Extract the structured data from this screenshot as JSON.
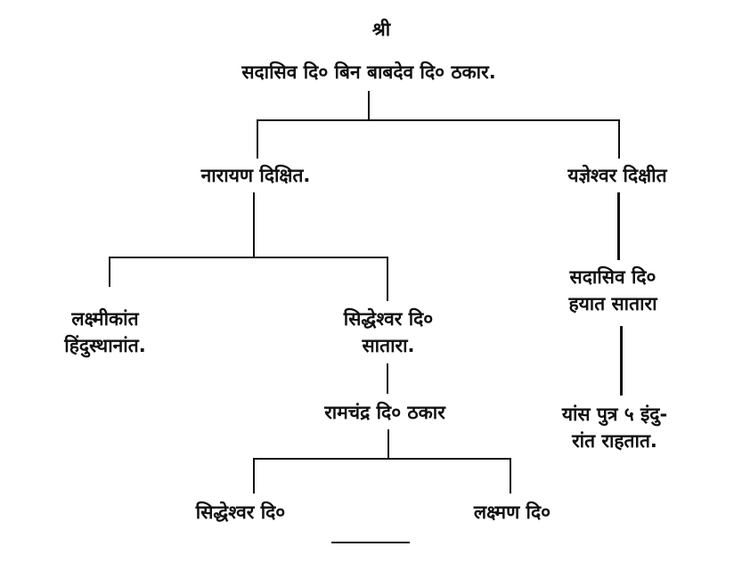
{
  "header": {
    "invocation": "श्री"
  },
  "root": {
    "name": "सदासिव दि० बिन बाबदेव दि० ठकार."
  },
  "gen1": {
    "left": "नारायण दिक्षित.",
    "right": "यज्ञेश्वर दिक्षीत"
  },
  "gen2": {
    "lakshmikant": {
      "line1": "लक्ष्मीकांत",
      "line2": "हिंदुस्थानांत."
    },
    "siddheshwar": {
      "line1": "सिद्धेश्वर दि०",
      "line2": "सातारा."
    },
    "sadasiv": {
      "line1": "सदासिव दि०",
      "line2": "हयात सातारा"
    }
  },
  "gen3": {
    "ramchandra": "रामचंद्र दि० ठकार",
    "sons": {
      "line1": "यांस पुत्र ५ इंदु-",
      "line2": "रांत राहतात."
    }
  },
  "gen4": {
    "left": "सिद्धेश्वर दि०",
    "right": "लक्ष्मण दि०"
  }
}
